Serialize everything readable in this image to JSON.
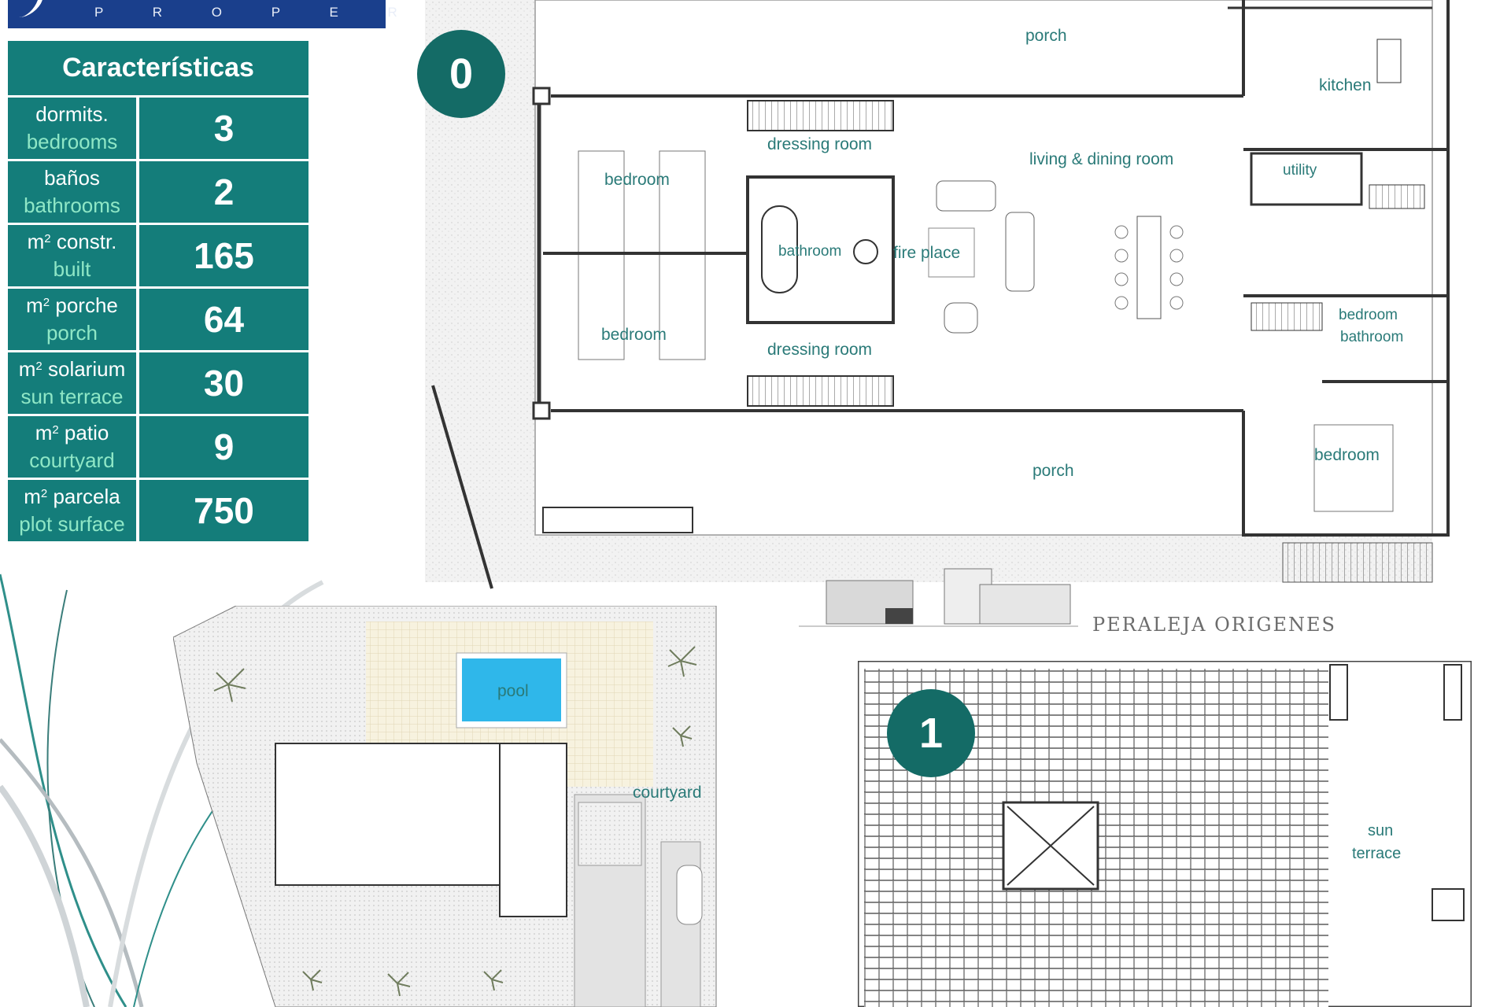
{
  "logo": {
    "text": "P R O P E R T Y"
  },
  "features": {
    "title": "Características",
    "rows": [
      {
        "es": "dormits.",
        "en": "bedrooms",
        "value": "3"
      },
      {
        "es": "baños",
        "en": "bathrooms",
        "value": "2"
      },
      {
        "prefix": "m",
        "sup": "2",
        "es": " constr.",
        "en": "built",
        "value": "165"
      },
      {
        "prefix": "m",
        "sup": "2",
        "es": " porche",
        "en": "porch",
        "value": "64"
      },
      {
        "prefix": "m",
        "sup": "2",
        "es": " solarium",
        "en": "sun terrace",
        "value": "30"
      },
      {
        "prefix": "m",
        "sup": "2",
        "es": " patio",
        "en": "courtyard",
        "value": "9"
      },
      {
        "prefix": "m",
        "sup": "2",
        "es": " parcela",
        "en": "plot surface",
        "value": "750"
      }
    ]
  },
  "ground_floor": {
    "badge": "0",
    "labels": {
      "porch_top": "porch",
      "kitchen": "kitchen",
      "dressing_top": "dressing room",
      "living": "living & dining room",
      "utility": "utility",
      "bedroom_1": "bedroom",
      "bathroom": "bathroom",
      "fireplace": "fire place",
      "bedroom_2": "bedroom",
      "dressing_bottom": "dressing room",
      "bedroom_3": "bedroom",
      "bathroom_2": "bathroom",
      "bedroom_4": "bedroom",
      "porch_bottom": "porch"
    }
  },
  "site_plan": {
    "pool": "pool",
    "courtyard": "courtyard"
  },
  "project_name": "PERALEJA ORIGENES",
  "upper_floor": {
    "badge": "1",
    "sun_terrace_1": "sun",
    "sun_terrace_2": "terrace"
  },
  "colors": {
    "teal": "#147d7a",
    "teal_light_text": "#8fe7c6",
    "badge": "#146b66",
    "logo_blue": "#1a3f8c",
    "pool": "#2fb7ea"
  }
}
